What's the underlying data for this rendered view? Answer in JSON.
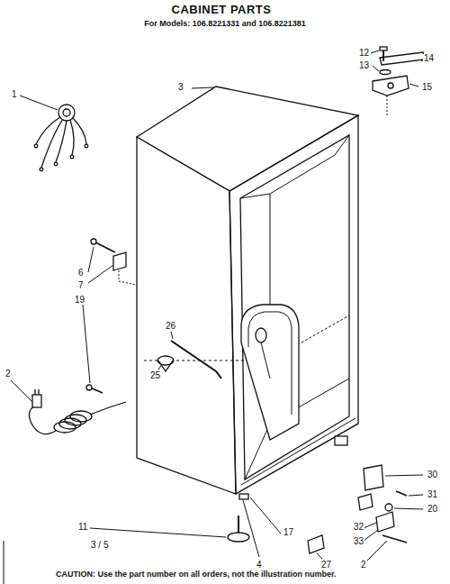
{
  "diagram": {
    "title": "CABINET PARTS",
    "caption": "CAUTION: Use the part number on all orders, not the illustration number.",
    "labels": [
      "For Models: 106.8221331 and 106.8221381",
      "1",
      "3",
      "12",
      "13",
      "14",
      "15",
      "6",
      "7",
      "19",
      "2",
      "26",
      "25",
      "30",
      "31",
      "20",
      "32",
      "33",
      "27",
      "2",
      "17",
      "4",
      "11",
      "3 / 5"
    ]
  }
}
